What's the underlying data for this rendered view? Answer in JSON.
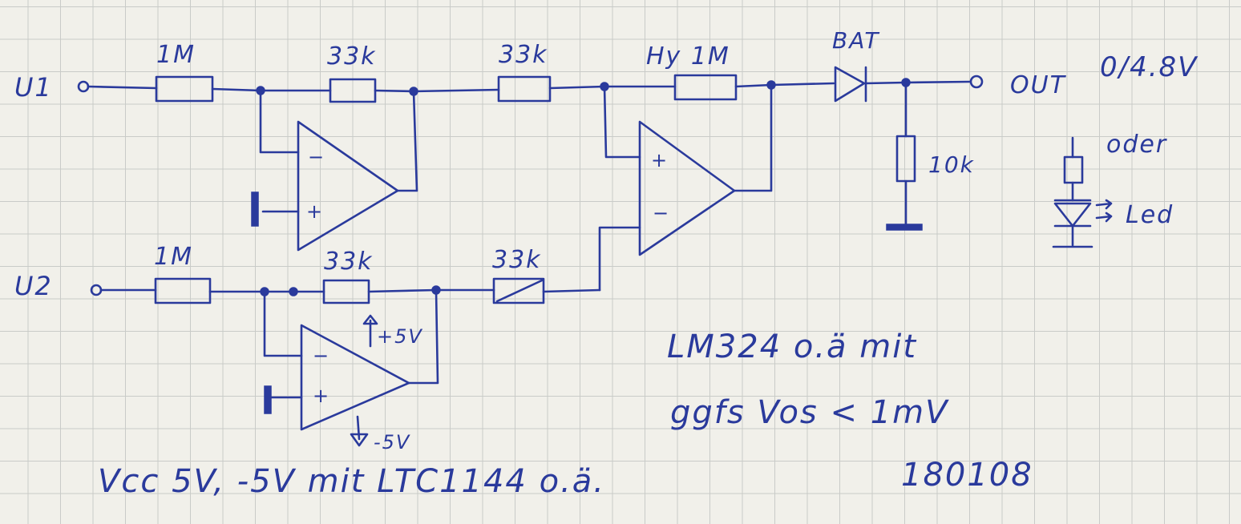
{
  "schematic": {
    "inputs": {
      "u1": "U1",
      "u2": "U2"
    },
    "resistors": {
      "r_in1": "1M",
      "r_inv1": "33k",
      "r_sum1": "33k",
      "r_hyst": "Hy 1M",
      "r_in2": "1M",
      "r_inv2": "33k",
      "r_sum2": "33k",
      "r_load": "10k"
    },
    "diode": "BAT",
    "output": {
      "label": "OUT",
      "level": "0/4.8V"
    },
    "alternative": {
      "oder": "oder",
      "led": "Led"
    },
    "supply": {
      "pos": "+5V",
      "neg": "-5V"
    },
    "opamp_pins": {
      "minus": "−",
      "plus": "+"
    },
    "notes": {
      "opamp_line1": "LM324 o.ä mit",
      "opamp_line2": "ggfs Vos < 1mV",
      "vcc": "Vcc 5V, -5V mit LTC1144 o.ä.",
      "date": "180108"
    }
  }
}
